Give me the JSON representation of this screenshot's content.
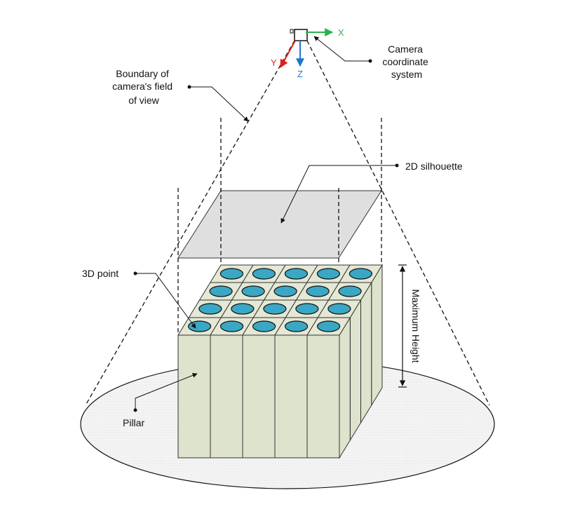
{
  "labels": {
    "camera_coordinate_system": [
      "Camera",
      "coordinate",
      "system"
    ],
    "field_of_view_boundary": [
      "Boundary of",
      "camera's field",
      "of view"
    ],
    "silhouette_2d": "2D silhouette",
    "point_3d": "3D point",
    "pillar": "Pillar",
    "maximum_height": "Maximum Height"
  },
  "axes": {
    "x": {
      "label": "X",
      "color": "#2bb24c"
    },
    "y": {
      "label": "Y",
      "color": "#e0201b"
    },
    "z": {
      "label": "Z",
      "color": "#1f77c9"
    }
  },
  "colors": {
    "pillar_fill": "#dde3cc",
    "point_fill": "#3aa7c4",
    "silhouette_fill": "#d9d9d9",
    "ground_fill": "#f4f4f4"
  },
  "grid": {
    "columns": 5,
    "rows": 4
  }
}
